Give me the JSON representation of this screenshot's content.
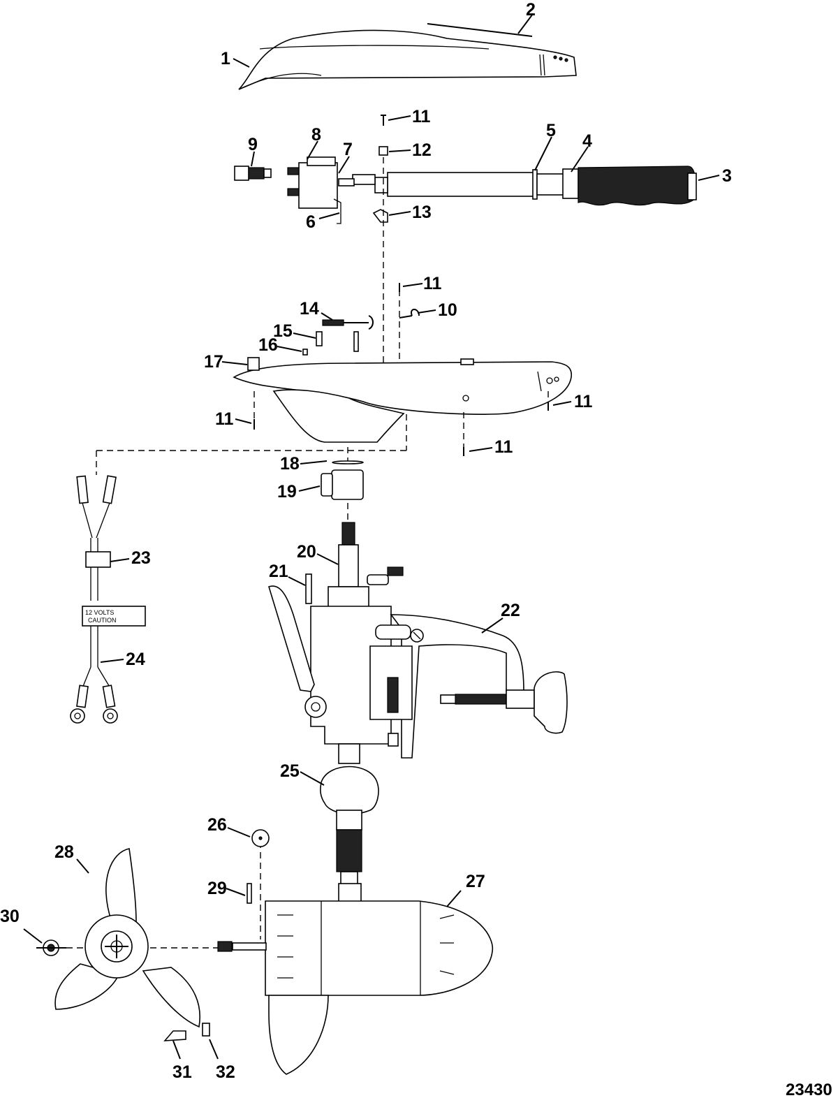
{
  "callouts": [
    "1",
    "2",
    "3",
    "4",
    "5",
    "6",
    "7",
    "8",
    "9",
    "10",
    "11",
    "12",
    "13",
    "14",
    "15",
    "16",
    "17",
    "18",
    "19",
    "20",
    "21",
    "22",
    "23",
    "24",
    "25",
    "26",
    "27",
    "28",
    "29",
    "30",
    "31",
    "32"
  ],
  "eleven_repeats": [
    "11",
    "11",
    "11",
    "11",
    "11"
  ],
  "label_text": {
    "line1": "12 VOLTS",
    "line2": "CAUTION"
  },
  "figure_number": "23430"
}
